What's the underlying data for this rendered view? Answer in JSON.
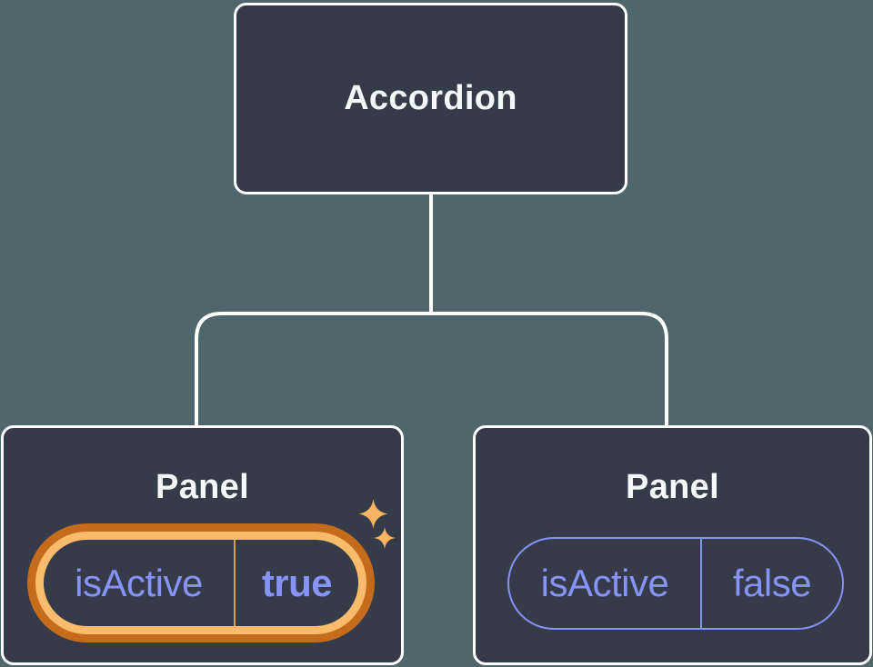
{
  "diagram": {
    "root": {
      "label": "Accordion"
    },
    "children": [
      {
        "title": "Panel",
        "prop_name": "isActive",
        "prop_value": "true",
        "highlighted": true
      },
      {
        "title": "Panel",
        "prop_name": "isActive",
        "prop_value": "false",
        "highlighted": false
      }
    ]
  },
  "icons": {
    "sparkle_large": "four-point-sparkle",
    "sparkle_small": "four-point-sparkle"
  },
  "colors": {
    "background": "#4E666C",
    "node_fill": "#353B48",
    "node_border": "#FFFFFF",
    "connector": "#FFFFFF",
    "title_text": "#F6F7F9",
    "prop_text": "#8793F7",
    "pill_border_inactive": "#8793F7",
    "highlight_ring_outer": "#C56C1C",
    "highlight_ring_inner": "#FABC6A",
    "highlight_divider": "#DC9E42",
    "sparkle": "#F9B462"
  }
}
